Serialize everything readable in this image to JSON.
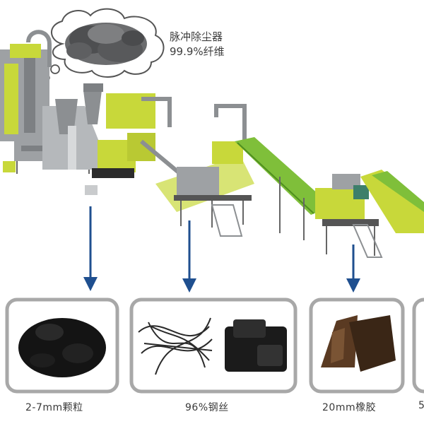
{
  "dust_collector": {
    "line1": "脉冲除尘器",
    "line2": "99.9%纤维"
  },
  "outputs": [
    {
      "label": "2-7mm颗粒"
    },
    {
      "label": "96%钢丝"
    },
    {
      "label": "20mm橡胶"
    },
    {
      "label": "5"
    }
  ],
  "colors": {
    "machine_yellow": "#c8d83a",
    "conveyor_green": "#7fbf3a",
    "frame_grey": "#8c8f92",
    "arrow_blue": "#1f4f8f",
    "box_border": "#a8a8a8"
  }
}
